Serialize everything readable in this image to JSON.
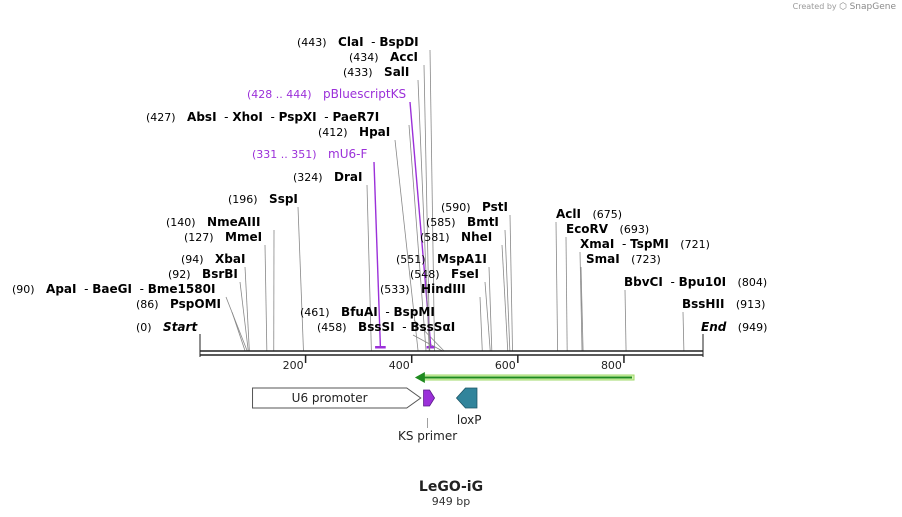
{
  "credit": {
    "prefix": "Created by",
    "brand": "SnapGene"
  },
  "map": {
    "name": "LeGO-iG",
    "length_label": "949 bp",
    "length_bp": 949
  },
  "ticks": [
    "200",
    "400",
    "600",
    "800"
  ],
  "sites": [
    {
      "id": "start",
      "pos": "(0)",
      "names": [
        "Start"
      ],
      "italic": true,
      "bp": 1
    },
    {
      "id": "bsssi",
      "pos": "(458)",
      "names": [
        "BssSI",
        "BssSαI"
      ],
      "bp": 458
    },
    {
      "id": "bfuai",
      "pos": "(461)",
      "names": [
        "BfuAI",
        "BspMI"
      ],
      "bp": 461
    },
    {
      "id": "pspomi",
      "pos": "(86)",
      "names": [
        "PspOMI"
      ],
      "bp": 86
    },
    {
      "id": "apai",
      "pos": "(90)",
      "names": [
        "ApaI",
        "BaeGI",
        "Bme1580I"
      ],
      "bp": 90
    },
    {
      "id": "bsrbi",
      "pos": "(92)",
      "names": [
        "BsrBI"
      ],
      "bp": 92
    },
    {
      "id": "xbai",
      "pos": "(94)",
      "names": [
        "XbaI"
      ],
      "bp": 94
    },
    {
      "id": "mmei",
      "pos": "(127)",
      "names": [
        "MmeI"
      ],
      "bp": 127
    },
    {
      "id": "nmeaiii",
      "pos": "(140)",
      "names": [
        "NmeAIII"
      ],
      "bp": 140
    },
    {
      "id": "sspi",
      "pos": "(196)",
      "names": [
        "SspI"
      ],
      "bp": 196
    },
    {
      "id": "drai",
      "pos": "(324)",
      "names": [
        "DraI"
      ],
      "bp": 324
    },
    {
      "id": "mu6f",
      "pos": "(331 .. 351)",
      "names": [
        "mU6-F"
      ],
      "primer": true,
      "bp": 331,
      "bp_end": 351
    },
    {
      "id": "hpai",
      "pos": "(412)",
      "names": [
        "HpaI"
      ],
      "bp": 412
    },
    {
      "id": "absi",
      "pos": "(427)",
      "names": [
        "AbsI",
        "XhoI",
        "PspXI",
        "PaeR7I"
      ],
      "bp": 427
    },
    {
      "id": "pbks",
      "pos": "(428 .. 444)",
      "names": [
        "pBluescriptKS"
      ],
      "primer": true,
      "bp": 428,
      "bp_end": 444
    },
    {
      "id": "sali",
      "pos": "(433)",
      "names": [
        "SalI"
      ],
      "bp": 433
    },
    {
      "id": "acci",
      "pos": "(434)",
      "names": [
        "AccI"
      ],
      "bp": 434
    },
    {
      "id": "clai",
      "pos": "(443)",
      "names": [
        "ClaI",
        "BspDI"
      ],
      "bp": 443
    },
    {
      "id": "hindiii",
      "pos": "(533)",
      "names": [
        "HindIII"
      ],
      "bp": 533
    },
    {
      "id": "fsei",
      "pos": "(548)",
      "names": [
        "FseI"
      ],
      "bp": 548
    },
    {
      "id": "mspa1i",
      "pos": "(551)",
      "names": [
        "MspA1I"
      ],
      "bp": 551
    },
    {
      "id": "nhei",
      "pos": "(581)",
      "names": [
        "NheI"
      ],
      "bp": 581
    },
    {
      "id": "bmti",
      "pos": "(585)",
      "names": [
        "BmtI"
      ],
      "bp": 585
    },
    {
      "id": "psti",
      "pos": "(590)",
      "names": [
        "PstI"
      ],
      "bp": 590
    },
    {
      "id": "acli",
      "pos": "(675)",
      "names": [
        "AclI"
      ],
      "bp": 675
    },
    {
      "id": "ecorv",
      "pos": "(693)",
      "names": [
        "EcoRV"
      ],
      "bp": 693
    },
    {
      "id": "xmai",
      "pos": "(721)",
      "names": [
        "XmaI",
        "TspMI"
      ],
      "bp": 721
    },
    {
      "id": "smai",
      "pos": "(723)",
      "names": [
        "SmaI"
      ],
      "bp": 723
    },
    {
      "id": "bbvci",
      "pos": "(804)",
      "names": [
        "BbvCI",
        "Bpu10I"
      ],
      "bp": 804
    },
    {
      "id": "bsshii",
      "pos": "(913)",
      "names": [
        "BssHII"
      ],
      "bp": 913
    },
    {
      "id": "end",
      "pos": "(949)",
      "names": [
        "End"
      ],
      "italic": true,
      "bp": 949
    }
  ],
  "features": [
    {
      "id": "u6-promoter",
      "label": "U6 promoter",
      "bp_start": 100,
      "bp_end": 417,
      "direction": "forward",
      "color": "#ffffff"
    },
    {
      "id": "ks-primer",
      "label": "KS primer",
      "bp_start": 428,
      "bp_end": 444,
      "direction": "forward",
      "color": "#9b30d9"
    },
    {
      "id": "loxp",
      "label": "loxP",
      "bp_start": 490,
      "bp_end": 523,
      "direction": "reverse",
      "color": "#31849b"
    },
    {
      "id": "green-orf",
      "label": "",
      "bp_start": 406,
      "bp_end": 819,
      "direction": "reverse",
      "color": "#33aa33"
    }
  ],
  "colors": {
    "primer": "#9b30d9",
    "enzyme": "#000000",
    "backbone": "#222222"
  }
}
